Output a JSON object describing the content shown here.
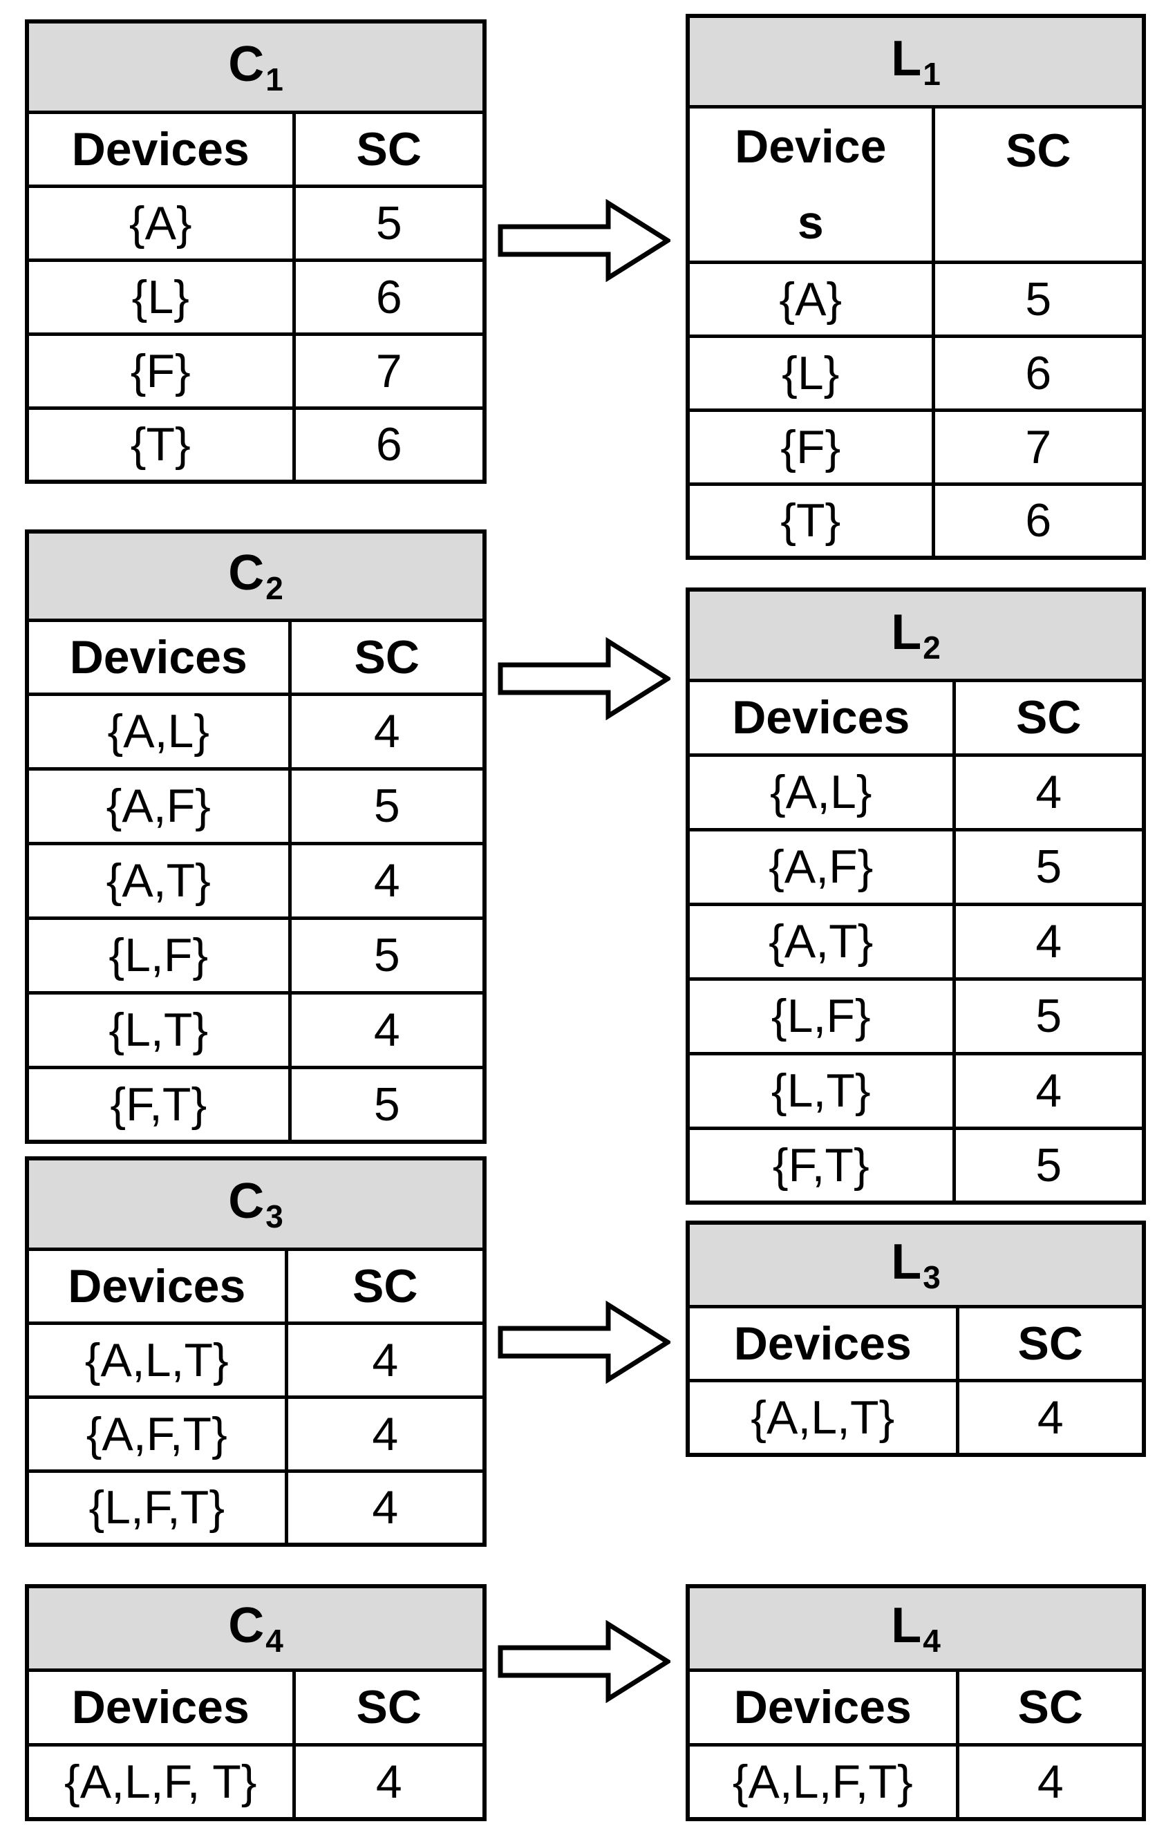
{
  "columns": {
    "devices": "Devices",
    "sc": "SC"
  },
  "l1_device_header_lines": [
    "Device",
    "s"
  ],
  "tables": {
    "c1": {
      "letter": "C",
      "sub": "1",
      "rows": [
        [
          "{A}",
          "5"
        ],
        [
          "{L}",
          "6"
        ],
        [
          "{F}",
          "7"
        ],
        [
          "{T}",
          "6"
        ]
      ]
    },
    "l1": {
      "letter": "L",
      "sub": "1",
      "rows": [
        [
          "{A}",
          "5"
        ],
        [
          "{L}",
          "6"
        ],
        [
          "{F}",
          "7"
        ],
        [
          "{T}",
          "6"
        ]
      ]
    },
    "c2": {
      "letter": "C",
      "sub": "2",
      "rows": [
        [
          "{A,L}",
          "4"
        ],
        [
          "{A,F}",
          "5"
        ],
        [
          "{A,T}",
          "4"
        ],
        [
          "{L,F}",
          "5"
        ],
        [
          "{L,T}",
          "4"
        ],
        [
          "{F,T}",
          "5"
        ]
      ]
    },
    "l2": {
      "letter": "L",
      "sub": "2",
      "rows": [
        [
          "{A,L}",
          "4"
        ],
        [
          "{A,F}",
          "5"
        ],
        [
          "{A,T}",
          "4"
        ],
        [
          "{L,F}",
          "5"
        ],
        [
          "{L,T}",
          "4"
        ],
        [
          "{F,T}",
          "5"
        ]
      ]
    },
    "c3": {
      "letter": "C",
      "sub": "3",
      "rows": [
        [
          "{A,L,T}",
          "4"
        ],
        [
          "{A,F,T}",
          "4"
        ],
        [
          "{L,F,T}",
          "4"
        ]
      ]
    },
    "l3": {
      "letter": "L",
      "sub": "3",
      "rows": [
        [
          "{A,L,T}",
          "4"
        ]
      ]
    },
    "c4": {
      "letter": "C",
      "sub": "4",
      "rows": [
        [
          "{A,L,F, T}",
          "4"
        ]
      ]
    },
    "l4": {
      "letter": "L",
      "sub": "4",
      "rows": [
        [
          "{A,L,F,T}",
          "4"
        ]
      ]
    }
  },
  "arrows": [
    "c1-to-l1",
    "c2-to-l2",
    "c3-to-l3",
    "c4-to-l4"
  ]
}
